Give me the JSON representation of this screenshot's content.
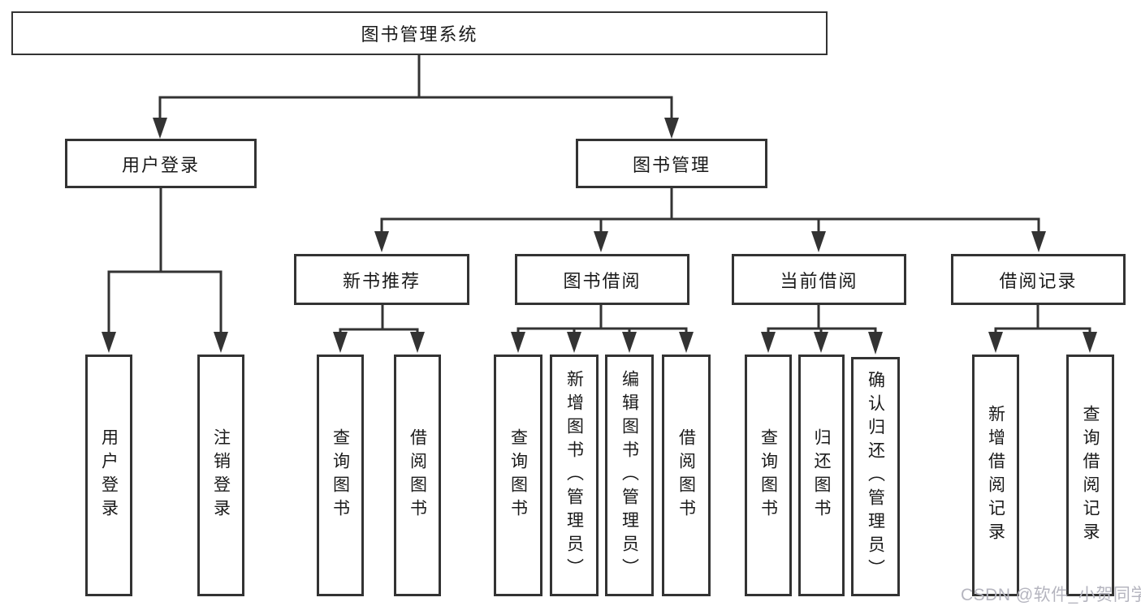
{
  "nodes": {
    "root": "图书管理系统",
    "user_login": "用户登录",
    "book_management": "图书管理",
    "new_book_recommend": "新书推荐",
    "book_borrow": "图书借阅",
    "current_borrow": "当前借阅",
    "borrow_records": "借阅记录",
    "ul_user_login": "用户登录",
    "ul_logout": "注销登录",
    "nb_query_book": "查询图书",
    "nb_borrow_book": "借阅图书",
    "bb_query_book": "查询图书",
    "bb_add_book": "新增图书（管理员）",
    "bb_edit_book": "编辑图书（管理员）",
    "bb_borrow_book": "借阅图书",
    "cb_query_book": "查询图书",
    "cb_return_book": "归还图书",
    "cb_confirm_return": "确认归还（管理员）",
    "br_add_record": "新增借阅记录",
    "br_query_record": "查询借阅记录"
  },
  "watermark": "CSDN @软件_小贺同学",
  "colors": {
    "line": "#333333",
    "text": "#1a1a1a",
    "box_background": "#ffffff",
    "watermark": "#b5b5bf"
  }
}
